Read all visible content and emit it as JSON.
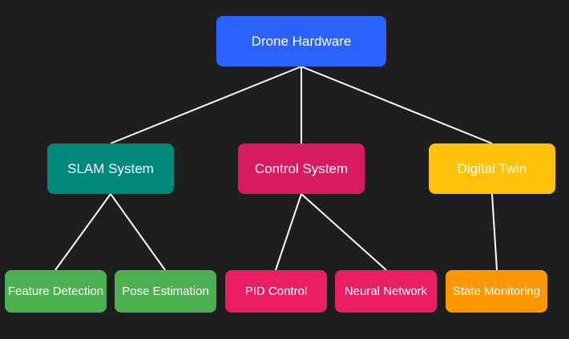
{
  "root": {
    "label": "Drone Hardware",
    "color": "#2962ff"
  },
  "systems": [
    {
      "label": "SLAM System",
      "color": "#00897b"
    },
    {
      "label": "Control System",
      "color": "#d81b60"
    },
    {
      "label": "Digital Twin",
      "color": "#ffc107"
    }
  ],
  "leaves": [
    {
      "label": "Feature Detection",
      "color": "#4caf50",
      "parent": "SLAM System"
    },
    {
      "label": "Pose Estimation",
      "color": "#4caf50",
      "parent": "SLAM System"
    },
    {
      "label": "PID Control",
      "color": "#e91e63",
      "parent": "Control System"
    },
    {
      "label": "Neural Network",
      "color": "#e91e63",
      "parent": "Control System"
    },
    {
      "label": "State Monitoring",
      "color": "#ff9800",
      "parent": "Digital Twin"
    }
  ],
  "background": "#1e1e1e",
  "edge_color": "#ffffff"
}
